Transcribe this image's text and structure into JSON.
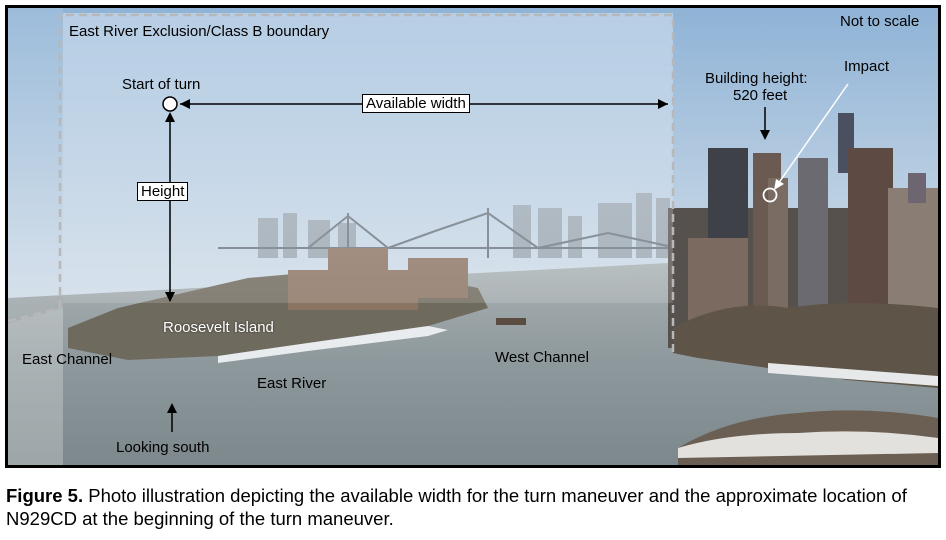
{
  "figure": {
    "boundary_label": "East River Exclusion/Class B boundary",
    "scale_note": "Not to scale",
    "start_of_turn": "Start of turn",
    "available_width": "Available width",
    "height": "Height",
    "building_height": "Building height:",
    "building_height_value": "520 feet",
    "impact": "Impact",
    "roosevelt_island": "Roosevelt Island",
    "east_channel": "East Channel",
    "east_river": "East River",
    "west_channel": "West Channel",
    "looking_south": "Looking south"
  },
  "caption": {
    "label": "Figure 5.",
    "text": " Photo illustration depicting the available width for the turn maneuver and the approximate location of N929CD at the beginning of the turn maneuver."
  },
  "colors": {
    "boundary_dash": "#b8b8b8",
    "sky_top": "#8fb3d6",
    "water": "#8d989c"
  }
}
